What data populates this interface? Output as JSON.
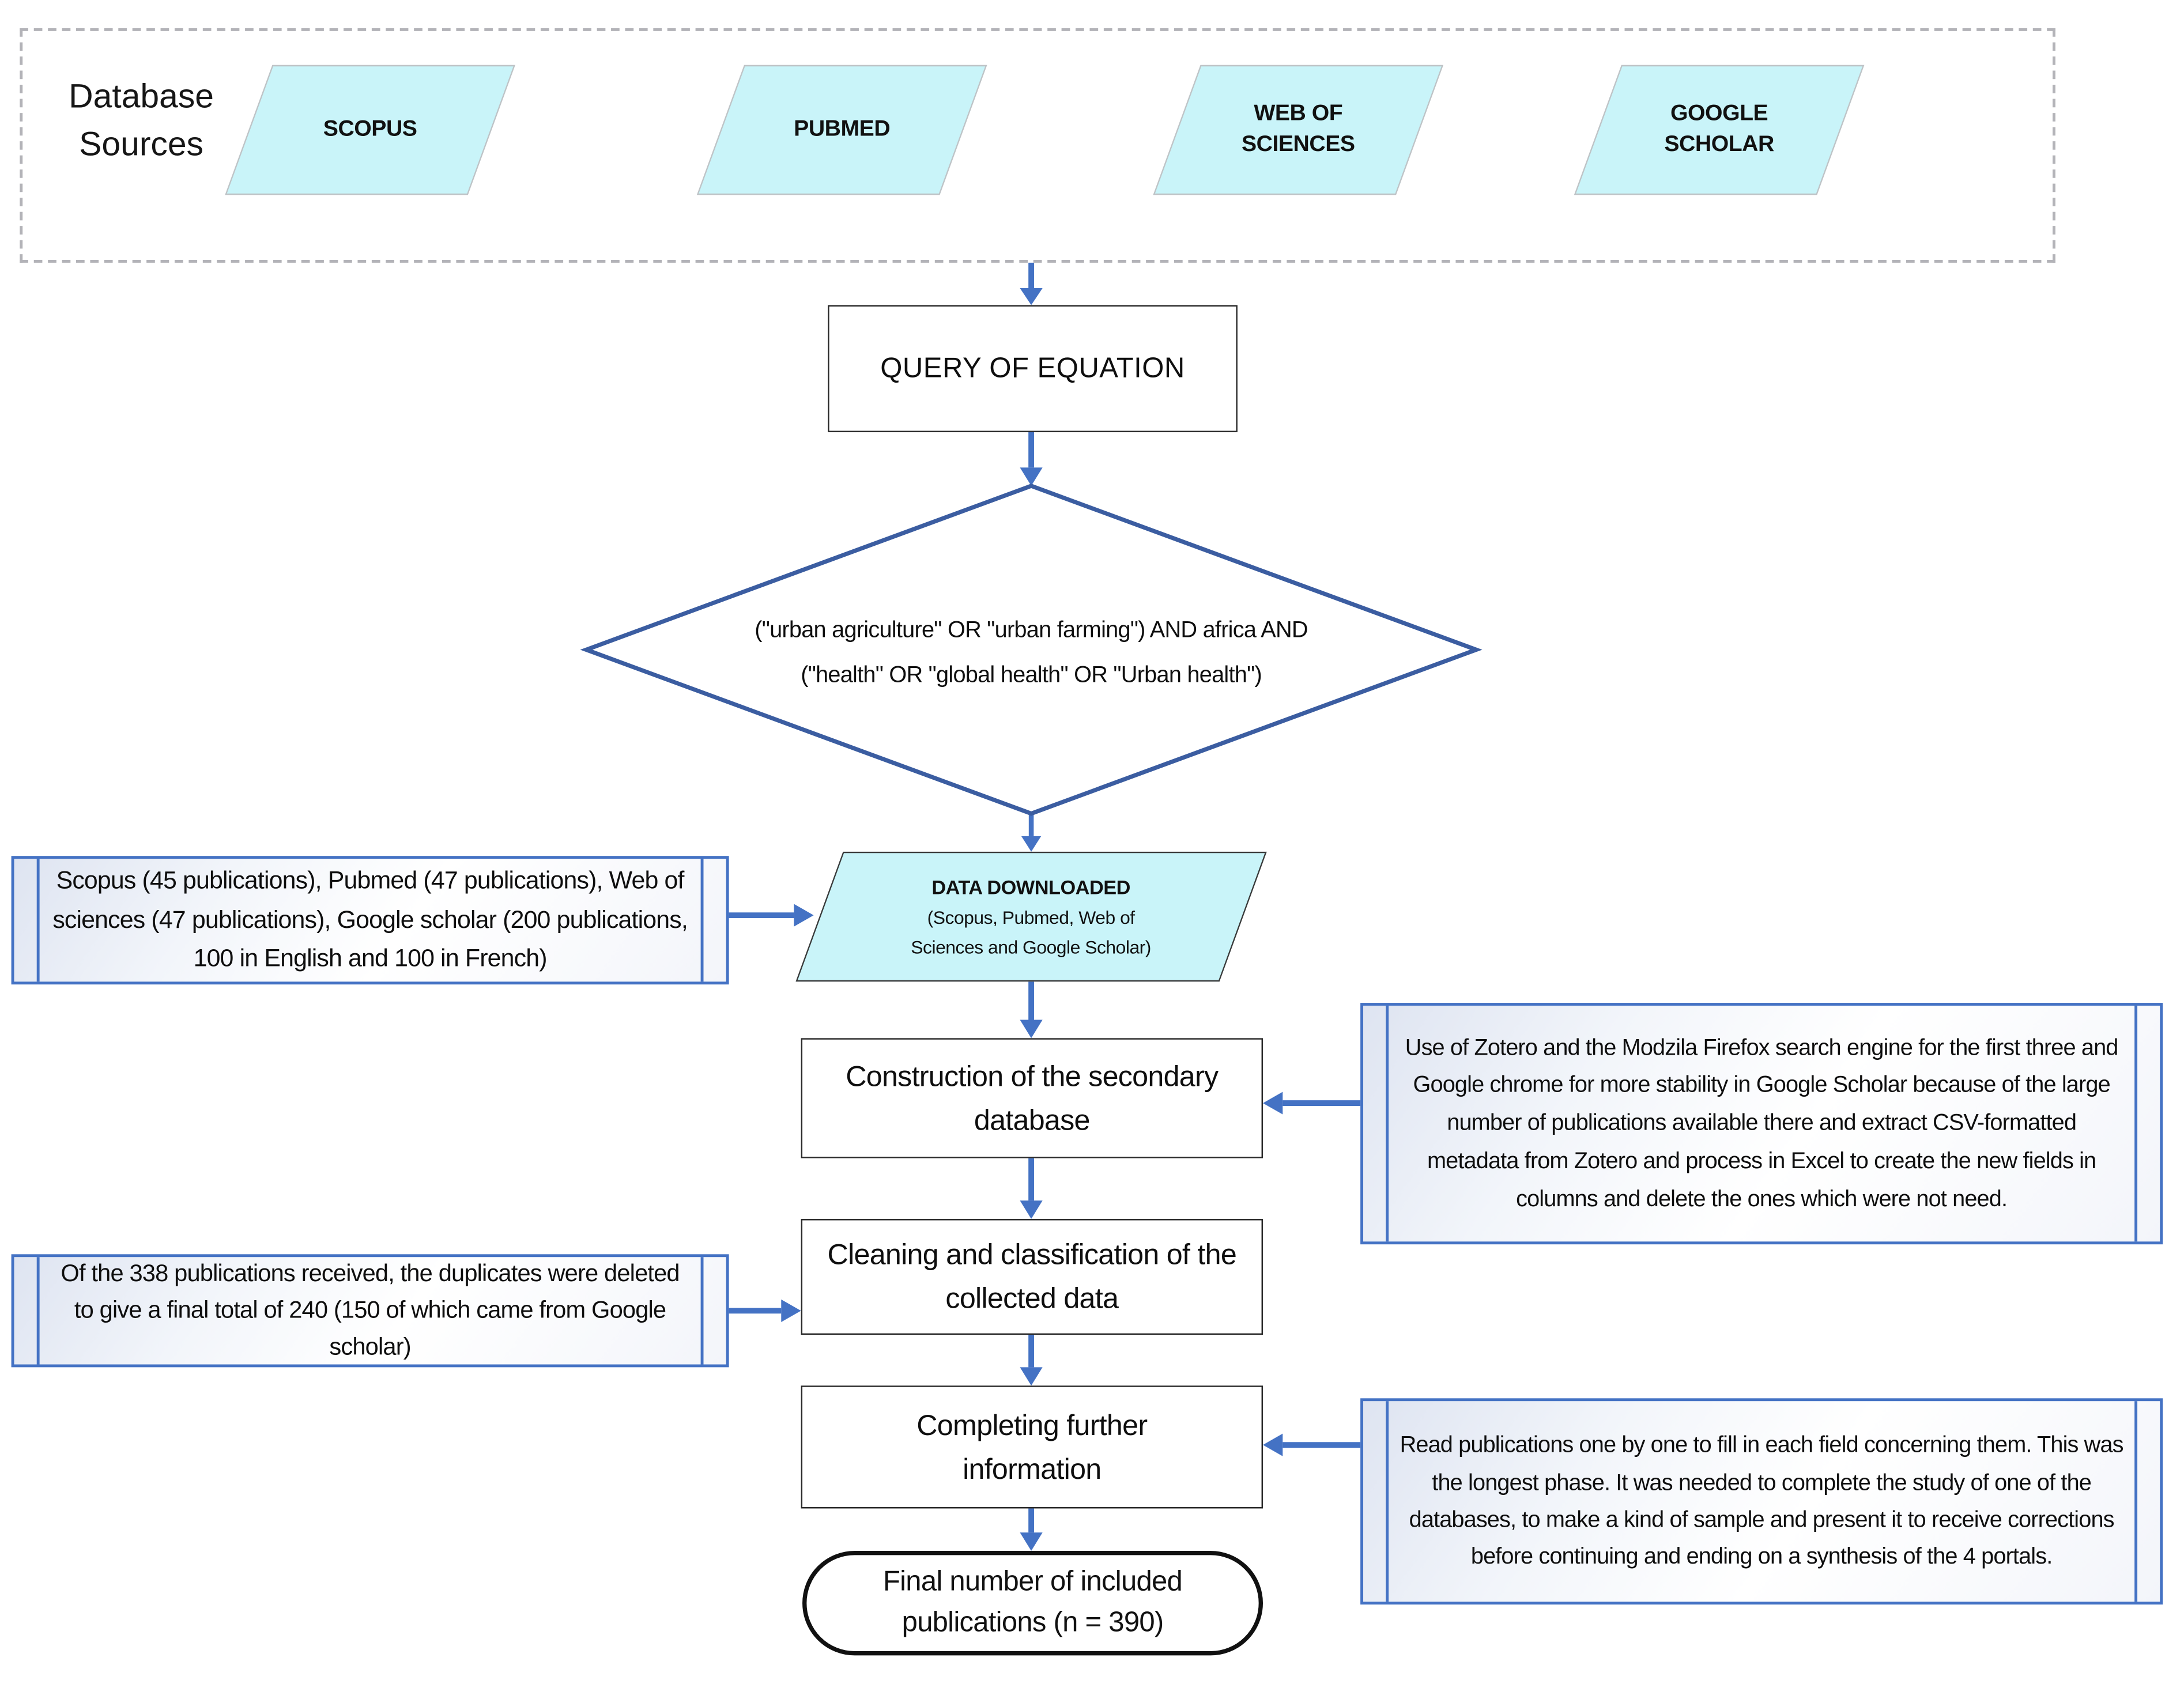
{
  "palette": {
    "arrow_blue": "#4472c4",
    "diamond_border_blue": "#3b5da1",
    "source_fill_cyan": "#c9f4f9",
    "note_border_blue": "#4472c4",
    "note_fill_tint": "#dee4f1",
    "process_box_border": "#2a2a2a",
    "stadium_border": "#111111",
    "dashed_frame_gray": "#b3b3b8",
    "text_color": "#111111"
  },
  "sources": {
    "group_label": "Database Sources",
    "items": [
      "SCOPUS",
      "PUBMED",
      "WEB OF SCIENCES",
      "GOOGLE SCHOLAR"
    ]
  },
  "nodes": {
    "query": "QUERY OF EQUATION",
    "criteria_line1": "(\"urban agriculture\" OR \"urban farming\") AND africa AND",
    "criteria_line2": "(\"health\" OR \"global health\" OR \"Urban health\")",
    "data_downloaded_title": "DATA DOWNLOADED",
    "data_downloaded_sub": "(Scopus, Pubmed, Web of Sciences and Google Scholar)",
    "construction": "Construction of the secondary database",
    "cleaning": "Cleaning and classification of the collected data",
    "completing": "Completing further information",
    "final": "Final number of included publications (n = 390)"
  },
  "notes": {
    "downloads": "Scopus (45 publications), Pubmed (47 publications), Web of sciences (47 publications), Google scholar (200 publications, 100 in English and 100 in French)",
    "tools": "Use of Zotero and the Modzila Firefox search engine for the first three and Google chrome for more stability in Google Scholar because of the large number of publications available there and extract CSV-formatted metadata from Zotero and process in Excel to create the new fields in columns and delete the ones which were not need.",
    "dedup": "Of the 338 publications received, the duplicates were deleted to give a final total of 240 (150 of which came from Google scholar)",
    "reading": "Read publications one by one to fill in each field concerning them. This was the longest phase. It was needed to complete the study of one of the databases, to make a kind of sample and present it to receive corrections before continuing and ending on a synthesis of the 4 portals."
  }
}
